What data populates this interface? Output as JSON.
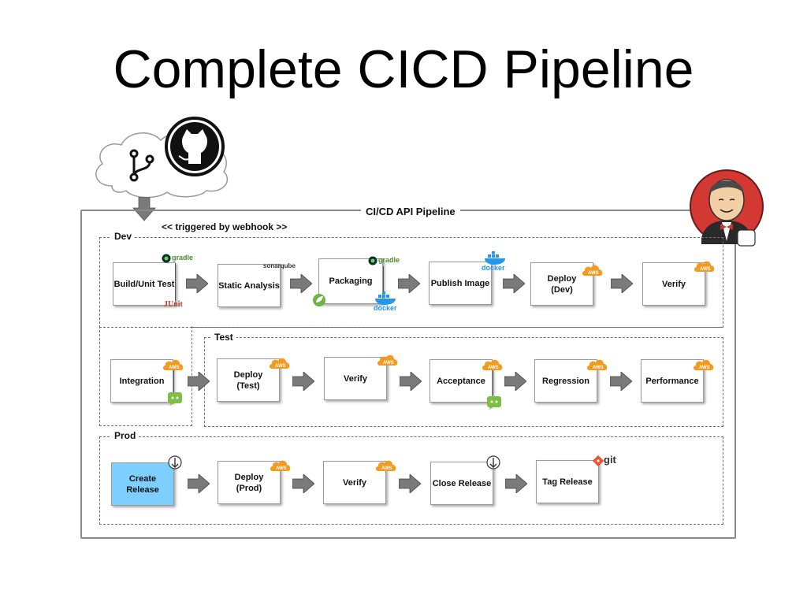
{
  "title": "Complete CICD Pipeline",
  "pipeline": {
    "title": "CI/CD API Pipeline",
    "trigger": "<< triggered by webhook >>"
  },
  "groups": {
    "dev": "Dev",
    "test": "Test",
    "prod": "Prod"
  },
  "stages": {
    "build": "Build/Unit Test",
    "static": "Static Analysis",
    "packaging": "Packaging",
    "publish": "Publish Image",
    "deploy_dev": "Deploy\n(Dev)",
    "verify_dev": "Verify",
    "integration": "Integration",
    "deploy_test": "Deploy\n(Test)",
    "verify_test": "Verify",
    "acceptance": "Acceptance",
    "regression": "Regression",
    "performance": "Performance",
    "create_release": "Create Release",
    "deploy_prod": "Deploy\n(Prod)",
    "verify_prod": "Verify",
    "close_release": "Close Release",
    "tag_release": "Tag Release"
  },
  "logos": {
    "gradle": "gradle",
    "junit": "JUnit",
    "sonarqube": "sonarqube",
    "docker": "docker",
    "aws": "AWS",
    "git": "git"
  },
  "colors": {
    "highlight": "#7dcfff",
    "aws_orange": "#f39a1f",
    "arrow_gray": "#7a7a7a",
    "jenkins_red": "#d33833",
    "docker_blue": "#2496ed",
    "git_orange": "#f05133",
    "gradle_green": "#02303a"
  },
  "icons": [
    "cloud-icon",
    "git-branch-icon",
    "github-octocat-icon",
    "jenkins-butler-icon",
    "aws-cloud-icon",
    "docker-whale-icon",
    "gradle-elephant-icon",
    "spring-leaf-icon",
    "cucumber-icon",
    "hand-release-icon"
  ]
}
